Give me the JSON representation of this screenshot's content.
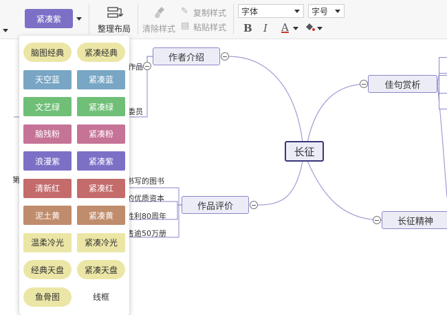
{
  "toolbar": {
    "current_theme": "紧凑紫",
    "organize_label": "整理布局",
    "clear_style_label": "清除样式",
    "copy_style_label": "复制样式",
    "paste_style_label": "粘贴样式",
    "font_select": "字体",
    "size_select": "字号",
    "bold": "B",
    "italic": "I",
    "font_color": "A"
  },
  "colors": {
    "purple": "#7b70c6",
    "node_border": "#8a86c8",
    "node_bg": "#ececf7",
    "line": "#a09cd4"
  },
  "themes": [
    {
      "label": "脑图经典",
      "bg": "#ece6a6",
      "fg": "#333333",
      "shape": "pill"
    },
    {
      "label": "紧凑经典",
      "bg": "#ece6a6",
      "fg": "#333333",
      "shape": "pill"
    },
    {
      "label": "天空蓝",
      "bg": "#78a6c4",
      "fg": "#ffffff",
      "shape": "rect"
    },
    {
      "label": "紧凑蓝",
      "bg": "#78a6c4",
      "fg": "#ffffff",
      "shape": "rect"
    },
    {
      "label": "文艺绿",
      "bg": "#6fbf77",
      "fg": "#ffffff",
      "shape": "rect"
    },
    {
      "label": "紧凑绿",
      "bg": "#6fbf77",
      "fg": "#ffffff",
      "shape": "rect"
    },
    {
      "label": "脑残粉",
      "bg": "#c57397",
      "fg": "#ffffff",
      "shape": "rect"
    },
    {
      "label": "紧凑粉",
      "bg": "#c57397",
      "fg": "#ffffff",
      "shape": "rect"
    },
    {
      "label": "浪漫紫",
      "bg": "#7b70c6",
      "fg": "#ffffff",
      "shape": "rect"
    },
    {
      "label": "紧凑紫",
      "bg": "#7b70c6",
      "fg": "#ffffff",
      "shape": "rect"
    },
    {
      "label": "清新红",
      "bg": "#c46b6b",
      "fg": "#ffffff",
      "shape": "rect"
    },
    {
      "label": "紧凑红",
      "bg": "#c46b6b",
      "fg": "#ffffff",
      "shape": "rect"
    },
    {
      "label": "泥土黄",
      "bg": "#bf8c6c",
      "fg": "#ffffff",
      "shape": "rect"
    },
    {
      "label": "紧凑黄",
      "bg": "#bf8c6c",
      "fg": "#ffffff",
      "shape": "rect"
    },
    {
      "label": "温柔冷光",
      "bg": "#ece6a6",
      "fg": "#333333",
      "shape": "rect"
    },
    {
      "label": "紧凑冷光",
      "bg": "#ece6a6",
      "fg": "#333333",
      "shape": "rect"
    },
    {
      "label": "经典天盘",
      "bg": "#ece6a6",
      "fg": "#333333",
      "shape": "pill"
    },
    {
      "label": "紧凑天盘",
      "bg": "#ece6a6",
      "fg": "#333333",
      "shape": "pill"
    },
    {
      "label": "鱼骨图",
      "bg": "#ece6a6",
      "fg": "#333333",
      "shape": "pill"
    },
    {
      "label": "线框",
      "bg": "#ffffff",
      "fg": "#333333",
      "shape": "rect"
    }
  ],
  "map": {
    "root": "长征",
    "branches": {
      "author": "作者介绍",
      "review": "作品评价",
      "quotes": "佳句赏析",
      "spirit": "长征精神"
    },
    "author_leaves": [
      "作品",
      "委员"
    ],
    "review_leaves": [
      "书写的图书",
      "的优质资本",
      "胜利80周年",
      "售逾50万册"
    ],
    "left_fragments": [
      "第"
    ]
  }
}
